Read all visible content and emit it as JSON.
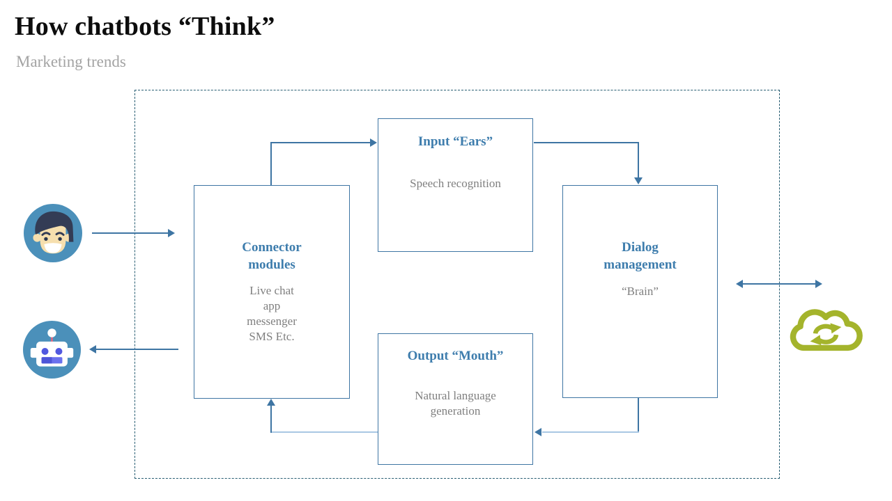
{
  "slide": {
    "title": "How chatbots “Think”",
    "subtitle": "Marketing trends"
  },
  "nodes": {
    "connector": {
      "title": "Connector\nmodules",
      "body": "Live chat\napp\nmessenger\nSMS Etc."
    },
    "input": {
      "title": "Input “Ears”",
      "body": "Speech recognition"
    },
    "dialog": {
      "title": "Dialog\nmanagement",
      "body": "“Brain”"
    },
    "output": {
      "title": "Output “Mouth”",
      "body": "Natural language\ngeneration"
    }
  },
  "icons": {
    "user": "user-avatar-icon",
    "robot": "robot-icon",
    "cloud": "cloud-sync-icon"
  },
  "colors": {
    "accent_blue": "#3e75a3",
    "node_title_blue": "#3e7dad",
    "light_arrow_blue": "#a9c7e3",
    "body_gray": "#7f7f7f",
    "subtitle_gray": "#a3a3a3",
    "title_black": "#0d0d0d",
    "icon_circle_blue": "#4b90ba",
    "face_skin": "#f6dfae",
    "hair_navy": "#333c55",
    "robot_eye_blue": "#5058df",
    "antenna_pink": "#e8647e",
    "cloud_green": "#a4b42c",
    "boundary_teal": "#275d72"
  }
}
